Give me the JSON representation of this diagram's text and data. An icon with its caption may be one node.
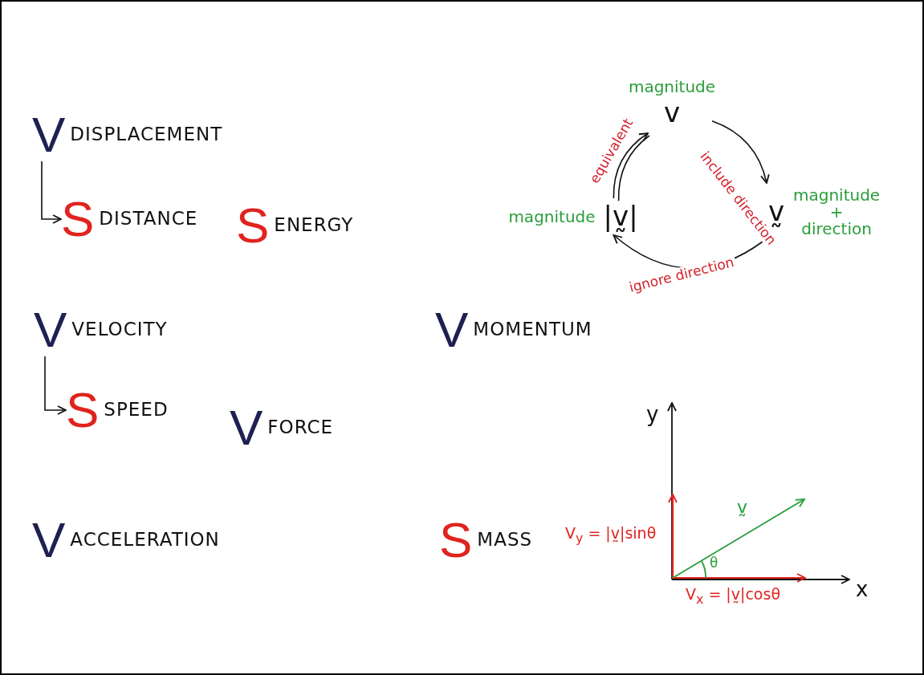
{
  "diagram": {
    "nodes": [
      {
        "text": [
          "V",
          "DISPLACEMENT"
        ]
      },
      {
        "text": [
          "S",
          "DISTANCE"
        ]
      },
      {
        "text": [
          "S",
          "ENERGY"
        ]
      },
      {
        "text": [
          "V",
          "VELOCITY"
        ]
      },
      {
        "text": [
          "S",
          "SPEED"
        ]
      },
      {
        "text": [
          "V",
          "FORCE"
        ]
      },
      {
        "text": [
          "V",
          "MOMENTUM"
        ]
      },
      {
        "text": [
          "V",
          "ACCELERATION"
        ]
      },
      {
        "text": [
          "S",
          "MASS"
        ]
      },
      {
        "text": [
          "magnitude",
          "v"
        ]
      },
      {
        "text": [
          "v̰",
          "magnitude + direction"
        ]
      },
      {
        "text": [
          "magnitude",
          "|v̰|"
        ]
      }
    ],
    "edges": [
      {
        "from": 0,
        "to": 1,
        "arrow": "to"
      },
      {
        "from": 3,
        "to": 4,
        "arrow": "to"
      },
      {
        "from": 11,
        "to": 9,
        "arrow": "to",
        "label": "equivalent"
      },
      {
        "from": 9,
        "to": 10,
        "arrow": "to",
        "label": "include direction"
      },
      {
        "from": 10,
        "to": 11,
        "arrow": "to",
        "label": "ignore direction"
      }
    ],
    "labels": [
      "y",
      "v̰",
      "V$_{y}$ = |v̰|sinθ",
      "θ",
      "x",
      "V$_{x}$ = |v̰|cosθ"
    ]
  }
}
